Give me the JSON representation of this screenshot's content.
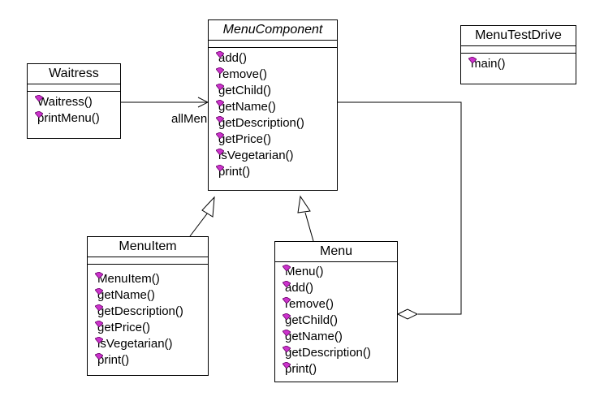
{
  "classes": {
    "menu_component": {
      "name": "MenuComponent",
      "operations": [
        "add()",
        "remove()",
        "getChild()",
        "getName()",
        "getDescription()",
        "getPrice()",
        "isVegetarian()",
        "print()"
      ]
    },
    "waitress": {
      "name": "Waitress",
      "operations": [
        "Waitress()",
        "printMenu()"
      ]
    },
    "menu_test_drive": {
      "name": "MenuTestDrive",
      "operations": [
        "main()"
      ]
    },
    "menu_item": {
      "name": "MenuItem",
      "operations": [
        "MenuItem()",
        "getName()",
        "getDescription()",
        "getPrice()",
        "isVegetarian()",
        "print()"
      ]
    },
    "menu": {
      "name": "Menu",
      "operations": [
        "Menu()",
        "add()",
        "remove()",
        "getChild()",
        "getName()",
        "getDescription()",
        "print()"
      ]
    }
  },
  "associations": {
    "waitress_to_component_label": "allMenus"
  },
  "colors": {
    "operation_icon": "#cc33cc",
    "operation_icon_dark": "#660066"
  },
  "icons": {
    "operation": "operation-icon"
  }
}
